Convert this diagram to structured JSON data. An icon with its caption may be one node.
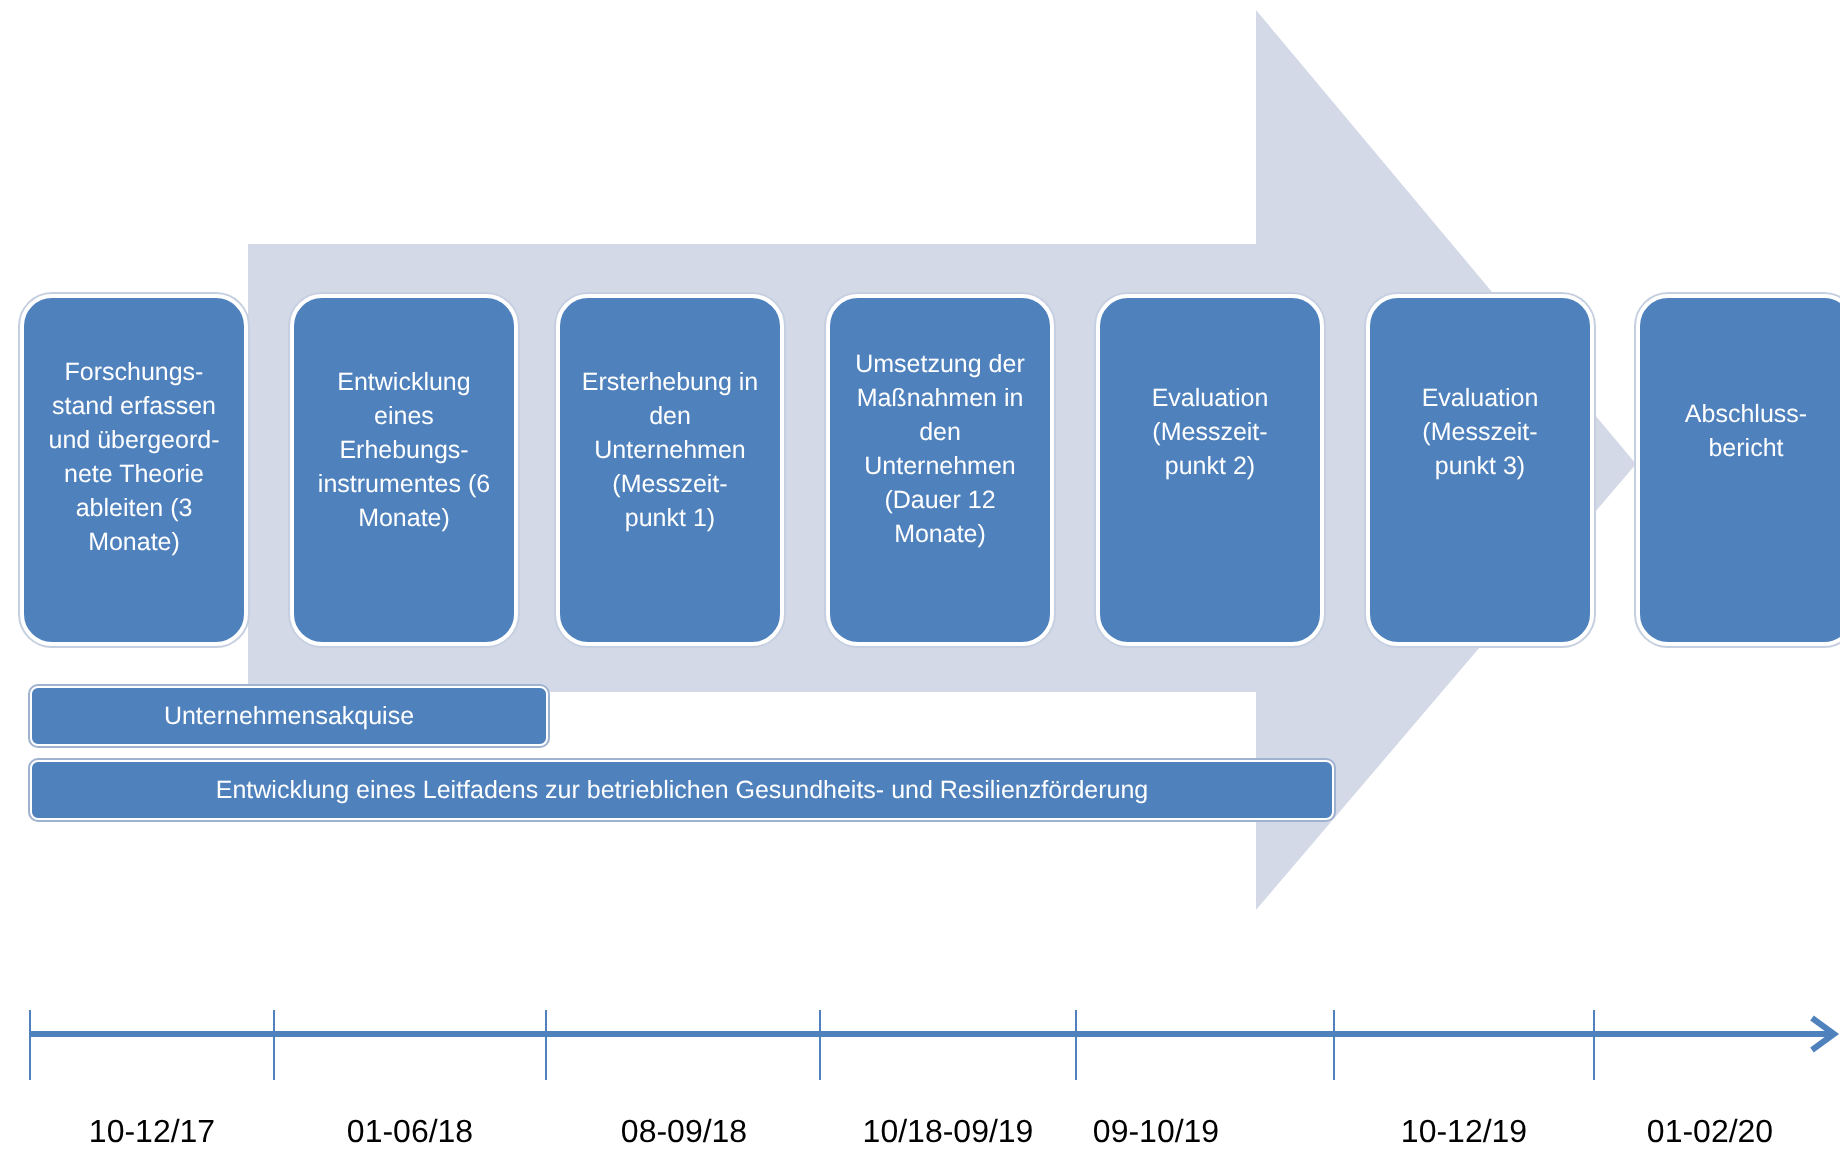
{
  "diagram": {
    "nodes": [
      {
        "text": [
          "Forschungs- stand erfassen und übergeord- nete Theorie ableiten (3 Monate)"
        ]
      },
      {
        "text": [
          "Entwicklung eines Erhebungs- instrumentes (6 Monate)"
        ]
      },
      {
        "text": [
          "Ersterhebung in den Unternehmen (Messzeit- punkt 1)"
        ]
      },
      {
        "text": [
          "Umsetzung der Maßnahmen in den Unternehmen (Dauer 12 Monate)"
        ]
      },
      {
        "text": [
          "Evaluation (Messzeit- punkt 2)"
        ]
      },
      {
        "text": [
          "Evaluation (Messzeit- punkt 3)"
        ]
      },
      {
        "text": [
          "Abschluss- bericht"
        ]
      },
      {
        "text": [
          "Unternehmensakquise"
        ]
      },
      {
        "text": [
          "Entwicklung eines Leitfadens zur betrieblichen Gesundheits- und Resilienzförderung"
        ]
      }
    ],
    "edges": [
      {
        "from": 0,
        "to": 6,
        "arrow": "to",
        "style": "thick"
      }
    ],
    "labels": [
      "10-12/17",
      "01-06/18",
      "08-09/18",
      "10/18-09/19",
      "09-10/19",
      "10-12/19",
      "01-02/20"
    ]
  }
}
